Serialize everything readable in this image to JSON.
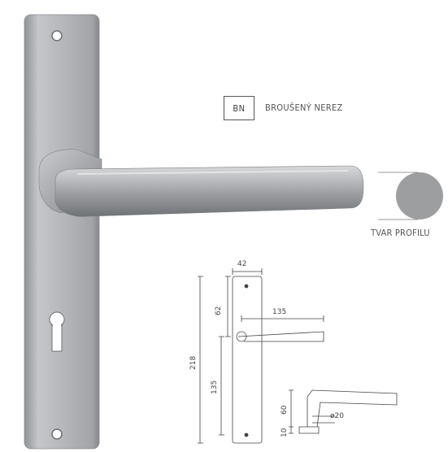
{
  "finish": {
    "code": "BN",
    "name": "BROUŠENÝ NEREZ"
  },
  "profile": {
    "label": "TVAR PROFILU"
  },
  "dimensions": {
    "plate_width": "42",
    "spindle_offset": "62",
    "lever_length": "135",
    "plate_height": "218",
    "keyhole_spacing": "135",
    "rose_height": "60",
    "plate_depth": "10",
    "lever_diameter": "ø20"
  }
}
